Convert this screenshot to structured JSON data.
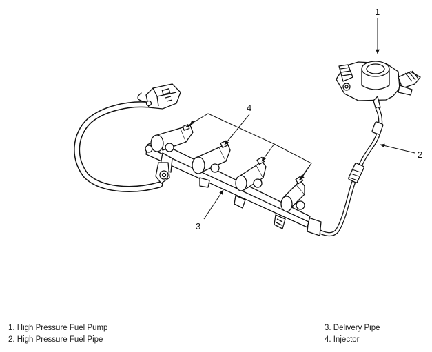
{
  "callouts": {
    "c1": "1",
    "c2": "2",
    "c3": "3",
    "c4": "4"
  },
  "legend": {
    "item1": "1. High Pressure Fuel Pump",
    "item2": "2. High Pressure Fuel Pipe",
    "item3": "3. Delivery Pipe",
    "item4": "4. Injector"
  },
  "icons": {
    "pump": "high-pressure-fuel-pump-icon",
    "pipe": "high-pressure-fuel-pipe-icon",
    "rail": "delivery-pipe-icon",
    "injector": "injector-icon",
    "connector": "wiring-connector-icon"
  }
}
